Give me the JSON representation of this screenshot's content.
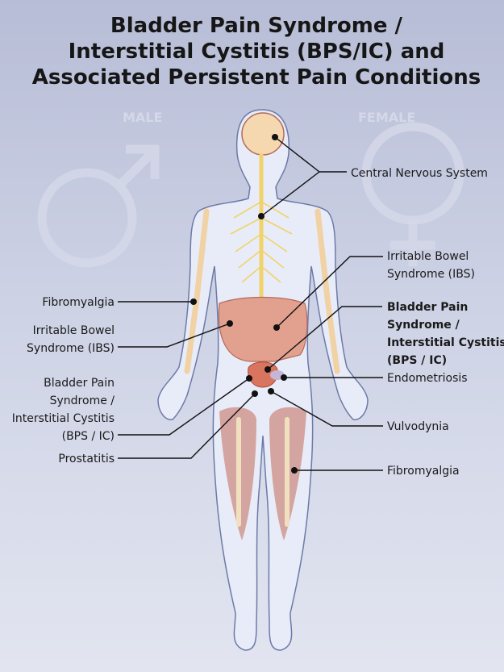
{
  "title": [
    "Bladder Pain Syndrome /",
    "Interstitial Cystitis (BPS/IC) and",
    "Associated Persistent Pain Conditions"
  ],
  "watermarks": {
    "male": "MALE",
    "female": "FEMALE"
  },
  "labels_right": {
    "cns": "Central Nervous System",
    "ibs": [
      "Irritable Bowel",
      "Syndrome (IBS)"
    ],
    "bpsic": [
      "Bladder Pain",
      "Syndrome /",
      "Interstitial Cystitis",
      "(BPS / IC)"
    ],
    "endometriosis": "Endometriosis",
    "vulvodynia": "Vulvodynia",
    "fibromyalgia": "Fibromyalgia"
  },
  "labels_left": {
    "fibromyalgia": "Fibromyalgia",
    "ibs": [
      "Irritable Bowel",
      "Syndrome (IBS)"
    ],
    "bpsic": [
      "Bladder Pain",
      "Syndrome /",
      "Interstitial Cystitis",
      "(BPS / IC)"
    ],
    "prostatitis": "Prostatitis"
  },
  "colors": {
    "body": "#e8ecf8",
    "outline": "#6c7aa8",
    "nerve": "#f0d36a",
    "organ": "#d98a78",
    "muscle": "#c56a5a"
  }
}
